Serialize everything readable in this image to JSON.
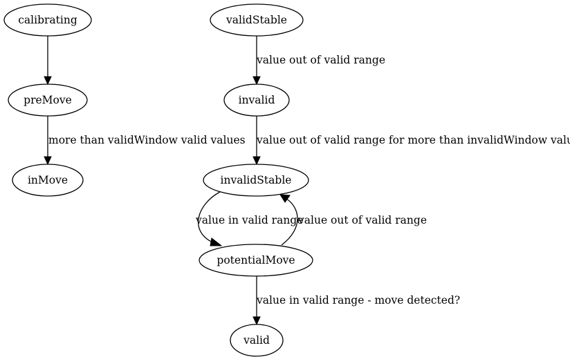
{
  "nodes": {
    "calibrating": "calibrating",
    "preMove": "preMove",
    "inMove": "inMove",
    "validStable": "validStable",
    "invalid": "invalid",
    "invalidStable": "invalidStable",
    "potentialMove": "potentialMove",
    "valid": "valid"
  },
  "edges": {
    "premove_to_inmove": "more than validWindow valid values",
    "validstable_to_invalid": "value out of valid range",
    "invalid_to_invalidstable": "value out of valid range for more than invalidWindow values",
    "invalidstable_to_potentialmove": "value in valid range",
    "potentialmove_to_invalidstable": "value out of valid range",
    "potentialmove_to_valid": "value in valid range - move detected?"
  }
}
